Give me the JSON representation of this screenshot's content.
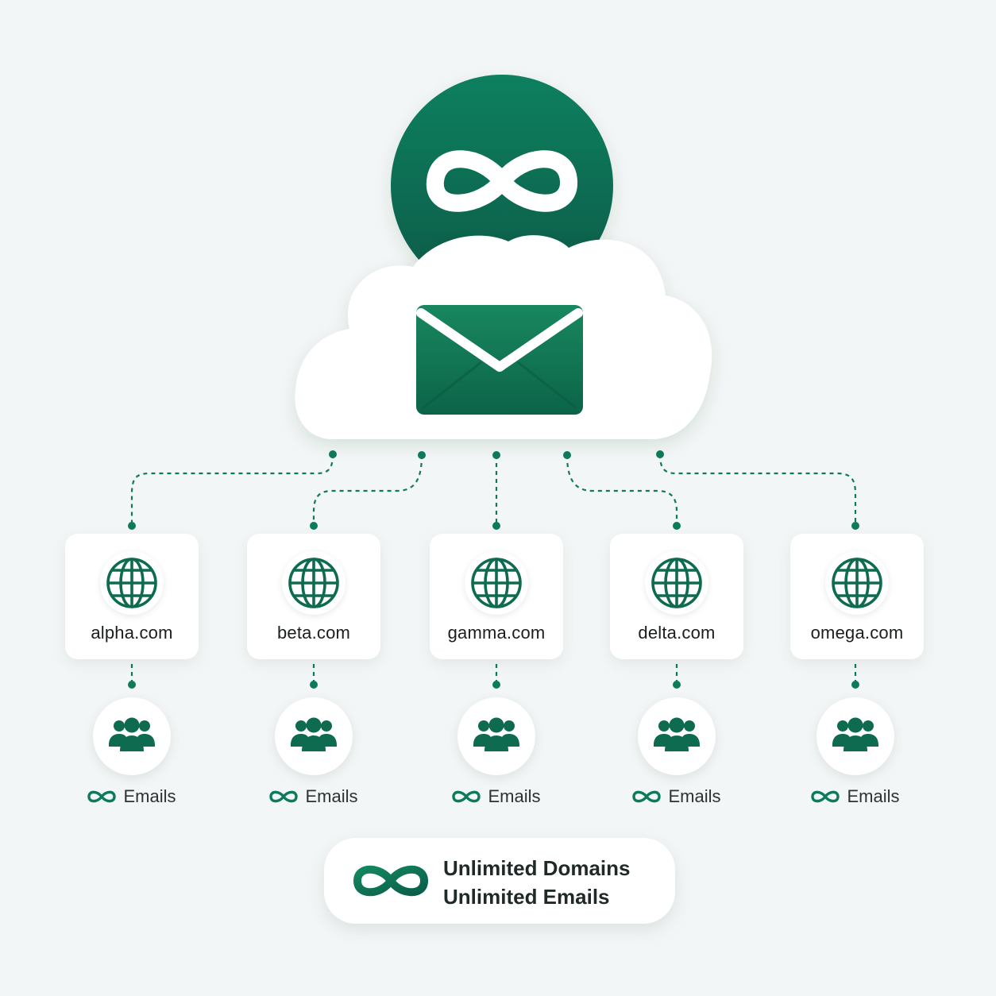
{
  "colors": {
    "brand_green": "#0e7a5c",
    "brand_green_dark": "#0b5e4a",
    "background": "#f3f6f6",
    "card": "#ffffff"
  },
  "hero": {
    "badge_icon": "infinity-icon",
    "cloud_icon": "cloud-icon",
    "mail_icon": "envelope-icon"
  },
  "domains": [
    {
      "label": "alpha.com",
      "icon": "globe-icon",
      "users_icon": "users-group-icon",
      "emails_label": "Emails",
      "emails_icon": "infinity-icon"
    },
    {
      "label": "beta.com",
      "icon": "globe-icon",
      "users_icon": "users-group-icon",
      "emails_label": "Emails",
      "emails_icon": "infinity-icon"
    },
    {
      "label": "gamma.com",
      "icon": "globe-icon",
      "users_icon": "users-group-icon",
      "emails_label": "Emails",
      "emails_icon": "infinity-icon"
    },
    {
      "label": "delta.com",
      "icon": "globe-icon",
      "users_icon": "users-group-icon",
      "emails_label": "Emails",
      "emails_icon": "infinity-icon"
    },
    {
      "label": "omega.com",
      "icon": "globe-icon",
      "users_icon": "users-group-icon",
      "emails_label": "Emails",
      "emails_icon": "infinity-icon"
    }
  ],
  "footer": {
    "icon": "infinity-icon",
    "line1": "Unlimited Domains",
    "line2": "Unlimited Emails"
  }
}
